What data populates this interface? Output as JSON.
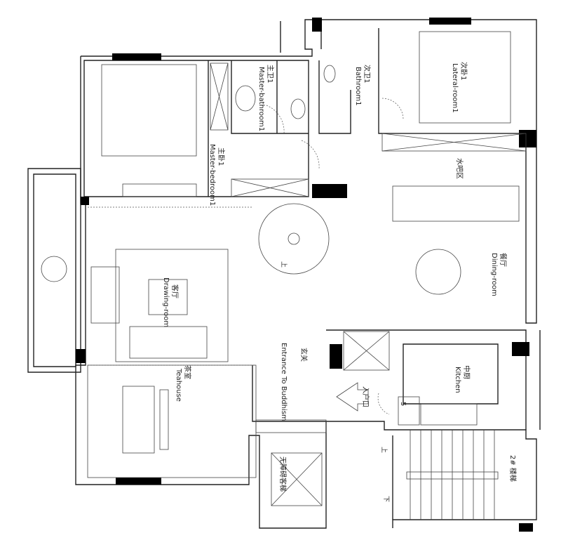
{
  "rooms": {
    "master_bedroom": {
      "cn": "主卧1",
      "en": "Master-bedroom1"
    },
    "master_bathroom": {
      "cn": "主卫1",
      "en": "Master-bathroom1"
    },
    "bathroom": {
      "cn": "次卫1",
      "en": "Bathroom1"
    },
    "lateral_room": {
      "cn": "次卧1",
      "en": "Lateral-room1"
    },
    "water_bar": {
      "cn": "水吧区"
    },
    "dining_room": {
      "cn": "餐厅",
      "en": "Dining-room"
    },
    "drawing_room": {
      "cn": "客厅",
      "en": "Drawing-room"
    },
    "teahouse": {
      "cn": "茶室",
      "en": "Teahouse"
    },
    "entrance": {
      "cn": "玄关",
      "en": "Entrance To Buddhism"
    },
    "entry_door": {
      "cn": "入户口"
    },
    "kitchen": {
      "cn": "中厨",
      "en": "Kitchen"
    },
    "elevator": {
      "cn": "无障碍客梯"
    },
    "stairwell": {
      "cn": "2# 楼梯"
    }
  },
  "markers": {
    "up_spiral": "上",
    "up_stair": "上",
    "down_stair": "下",
    "unit_number": "5"
  }
}
